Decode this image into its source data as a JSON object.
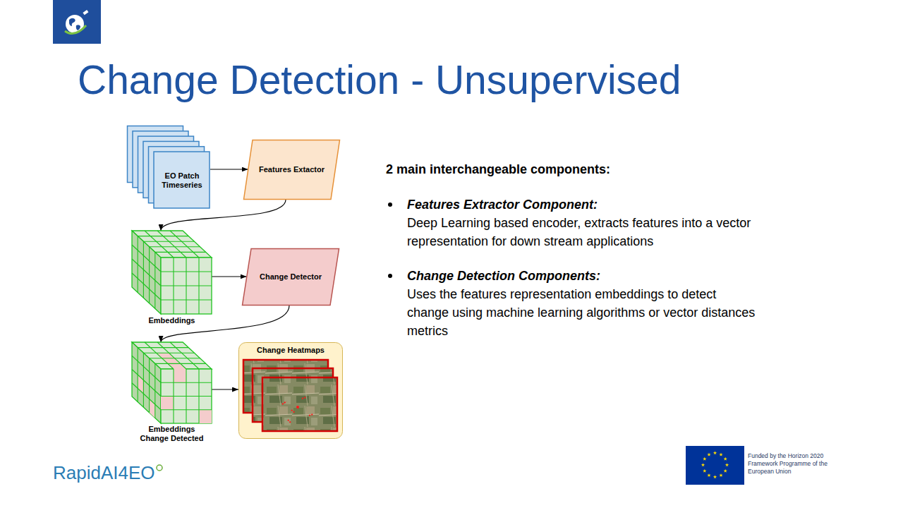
{
  "diagram": {
    "title": "Change Detection - Unsupervised",
    "nodes": [
      {
        "text": [
          "EO Patch Timeseries"
        ]
      },
      {
        "text": [
          "Features Extactor"
        ]
      },
      {
        "text": [
          "Embeddings"
        ]
      },
      {
        "text": [
          "Change Detector"
        ]
      },
      {
        "text": [
          "Embeddings Change Detected"
        ]
      },
      {
        "text": [
          "Change Heatmaps"
        ]
      }
    ],
    "edges": [
      {
        "from": 0,
        "to": 1,
        "arrow": "to"
      },
      {
        "from": 1,
        "to": 2,
        "arrow": "to"
      },
      {
        "from": 2,
        "to": 3,
        "arrow": "to"
      },
      {
        "from": 3,
        "to": 4,
        "arrow": "to"
      },
      {
        "from": 4,
        "to": 5,
        "arrow": "to"
      }
    ],
    "labels": [
      "2 main interchangeable components:",
      "Features Extractor Component:",
      "Deep Learning based encoder, extracts features into a vector representation for down stream applications",
      "Change Detection Components:",
      "Uses the features representation embeddings to detect change using machine learning algorithms or vector distances metrics",
      "RapidAI4EO",
      "Funded by the Horizon 2020 Framework Programme of the European Union"
    ]
  }
}
